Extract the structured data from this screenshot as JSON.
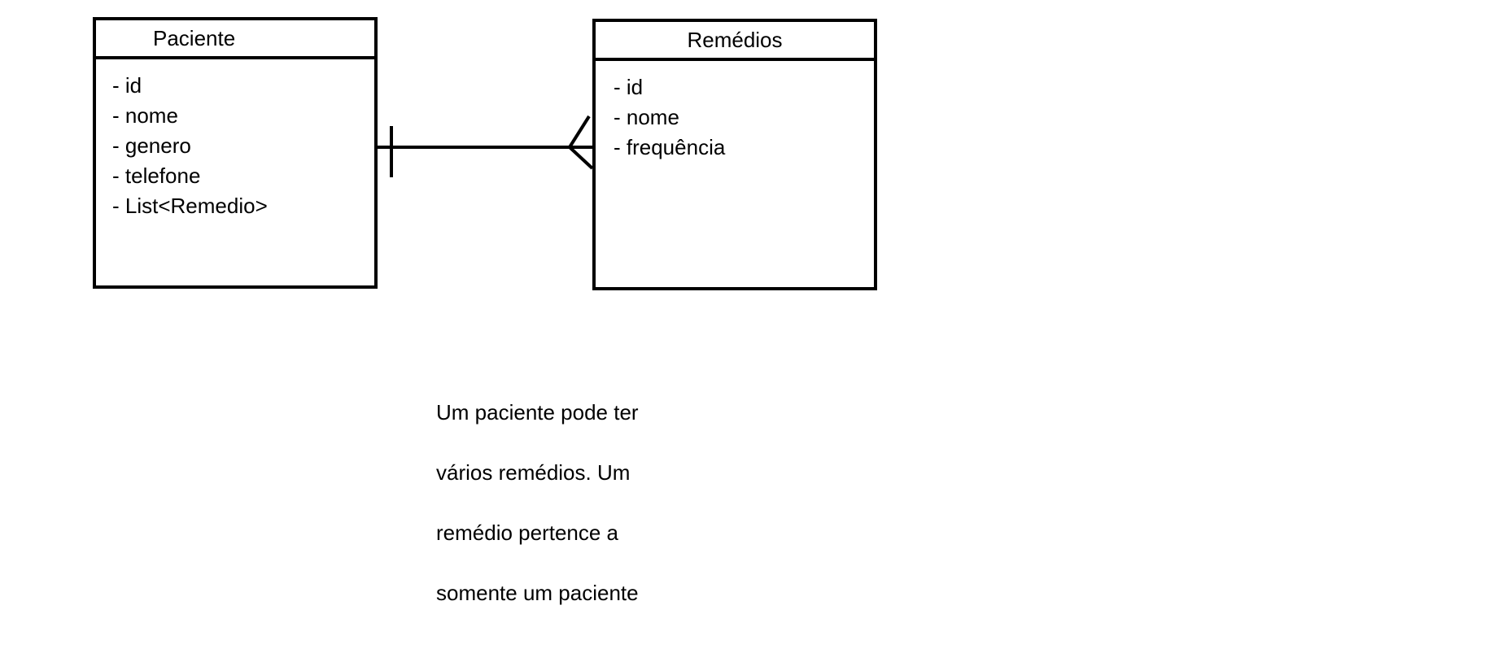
{
  "entities": {
    "paciente": {
      "title": "Paciente",
      "attributes": [
        "- id",
        "- nome",
        "- genero",
        "- telefone",
        "- List<Remedio>"
      ]
    },
    "remedios": {
      "title": "Remédios",
      "attributes": [
        "- id",
        "- nome",
        "- frequência"
      ]
    }
  },
  "relationship": {
    "from": "Paciente",
    "to": "Remédios",
    "from_cardinality": "one",
    "to_cardinality": "many",
    "notation": "crow-foot"
  },
  "note": {
    "lines": [
      "Um paciente pode ter",
      "vários remédios. Um",
      "remédio pertence a",
      "somente um paciente"
    ]
  },
  "colors": {
    "stroke": "#000000",
    "background": "#ffffff"
  }
}
